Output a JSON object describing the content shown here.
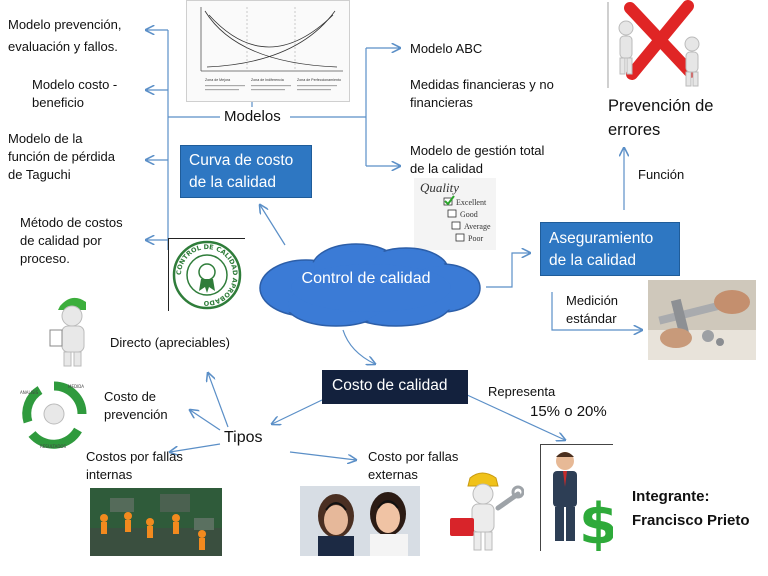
{
  "center": {
    "label": "Control de calidad"
  },
  "modelos": {
    "title": "Modelos",
    "left_items": [
      "Modelo prevención,\nevaluación y fallos.",
      "Modelo costo -\nbeneficio",
      "Modelo de la\nfunción de pérdida\nde Taguchi",
      "Método de costos\nde calidad por\nproceso."
    ],
    "right_items": [
      "Modelo ABC",
      "Medidas financieras y no\nfinancieras",
      "Modelo de gestión total\nde la calidad"
    ]
  },
  "curva": {
    "label": "Curva de costo\nde la calidad"
  },
  "aseguramiento": {
    "label": "Aseguramiento\nde la calidad",
    "funcion": "Función",
    "prevencion": "Prevención de\nerrores",
    "medicion": "Medición\nestándar"
  },
  "costo": {
    "label": "Costo de calidad",
    "representa": "Representa",
    "porcentaje": "15% o 20%",
    "tipos": "Tipos",
    "directo": "Directo (apreciables)",
    "prevencion": "Costo de\nprevención",
    "internas": "Costos por fallas\ninternas",
    "externas": "Costo por fallas\nexternas"
  },
  "integrante": {
    "label": "Integrante:",
    "name": "Francisco Prieto"
  },
  "images": {
    "graph_labels": [
      "Zona de Mejora",
      "Zona de Indiferencia",
      "Zona de Perfeccionamiento"
    ],
    "stamp_text": "CONTROL DE CALIDAD APROBADO",
    "checklist": [
      "Quality",
      "Excellent",
      "Good",
      "Average",
      "Poor"
    ],
    "cycle_words": [
      "ANALISIS",
      "MEDIDA",
      "RESULTADOS"
    ]
  },
  "colors": {
    "box_blue": "#2e77c2",
    "box_dark": "#13213d",
    "cloud": "#3b7bd6",
    "arrow": "#5b8fc7"
  }
}
